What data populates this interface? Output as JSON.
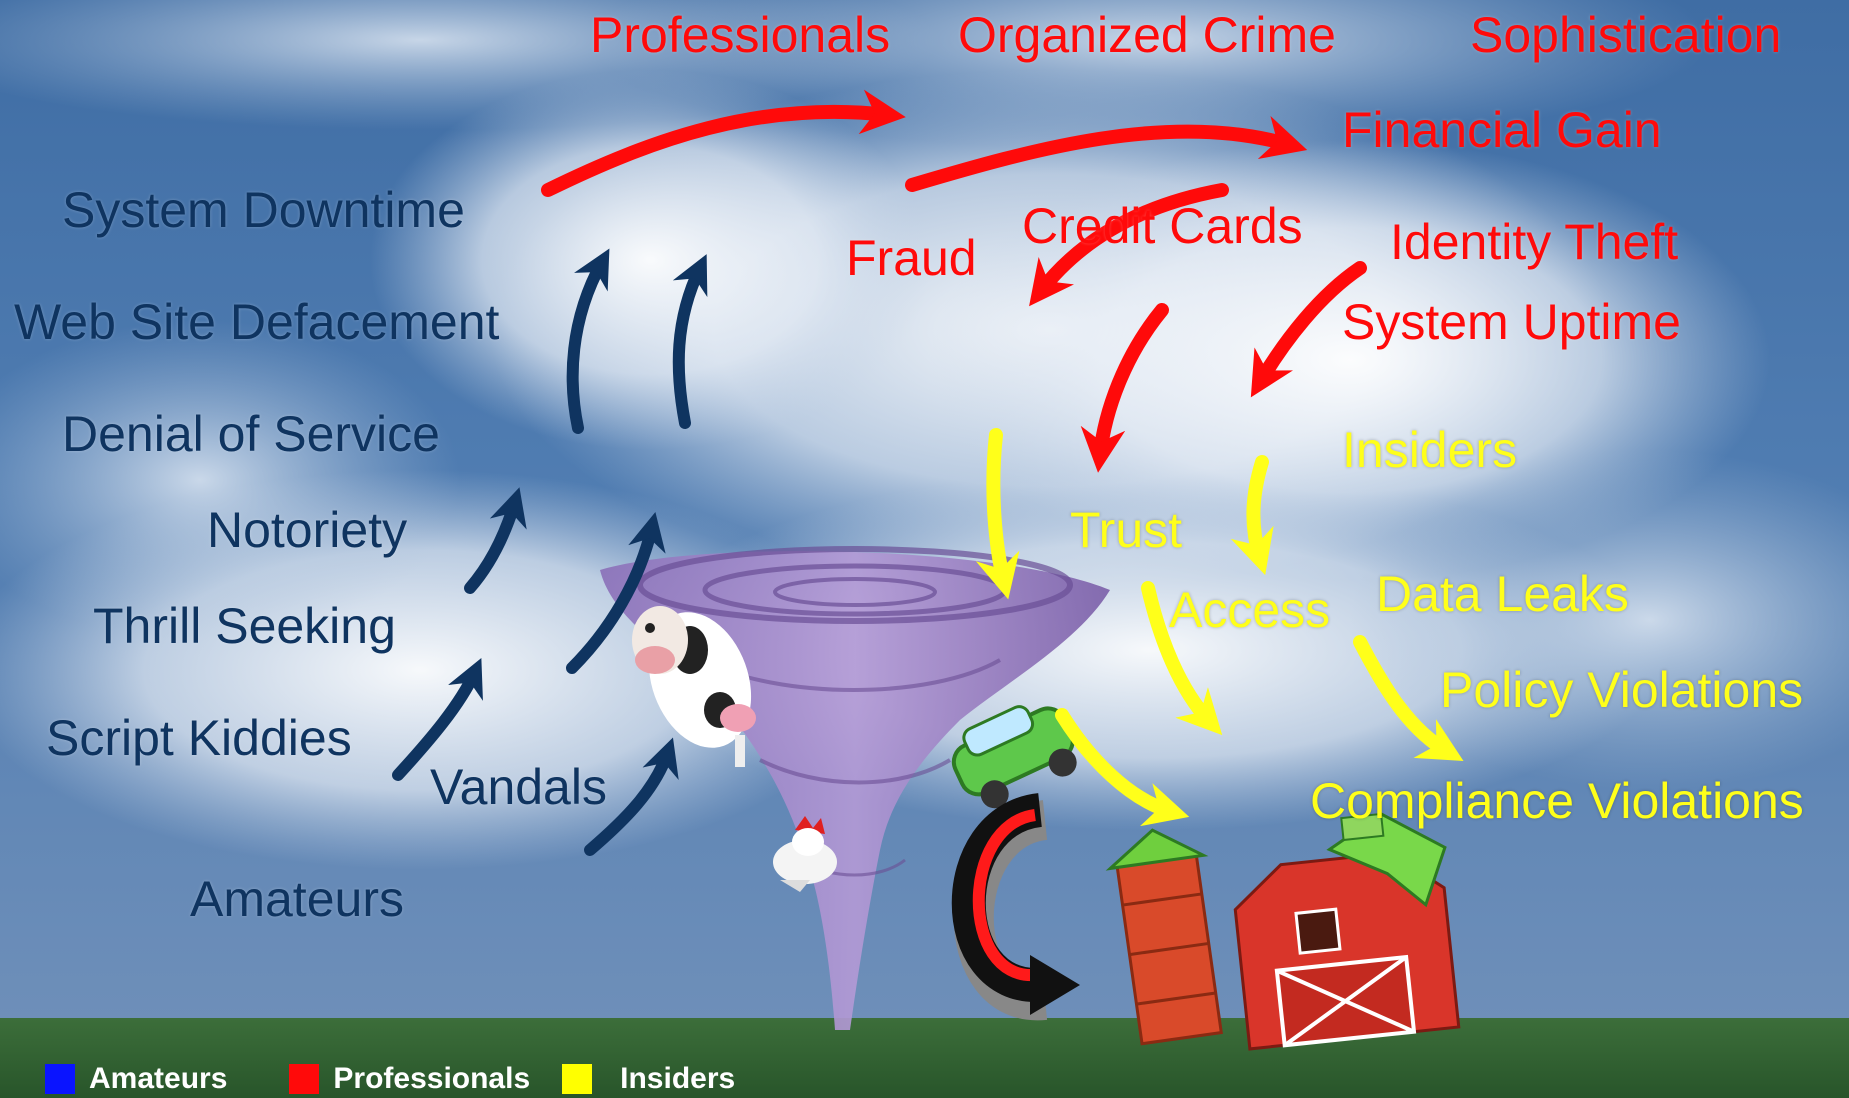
{
  "amateurs": {
    "color": "#0f3460",
    "labels": {
      "system_downtime": "System Downtime",
      "web_site_defacement": "Web Site Defacement",
      "denial_of_service": "Denial of Service",
      "notoriety": "Notoriety",
      "thrill_seeking": "Thrill Seeking",
      "script_kiddies": "Script Kiddies",
      "vandals": "Vandals",
      "amateurs": "Amateurs"
    }
  },
  "professionals": {
    "color": "#ff0a0a",
    "labels": {
      "professionals": "Professionals",
      "organized_crime": "Organized Crime",
      "sophistication": "Sophistication",
      "financial_gain": "Financial Gain",
      "credit_cards": "Credit Cards",
      "fraud": "Fraud",
      "identity_theft": "Identity Theft",
      "system_uptime": "System Uptime"
    }
  },
  "insiders": {
    "color": "#ffff1a",
    "labels": {
      "insiders": "Insiders",
      "trust": "Trust",
      "access": "Access",
      "data_leaks": "Data Leaks",
      "policy_violations": "Policy Violations",
      "compliance_violations": "Compliance Violations"
    }
  },
  "legend": [
    {
      "label": "Amateurs",
      "color": "#0a14ff"
    },
    {
      "label": "Professionals",
      "color": "#ff0a0a"
    },
    {
      "label": "Insiders",
      "color": "#ffff00"
    }
  ],
  "illustration": {
    "scene": "tornado-icon",
    "items": [
      "cow-icon",
      "car-icon",
      "chicken-icon",
      "barn-icon",
      "silo-icon",
      "wind-arrow-icon"
    ]
  }
}
